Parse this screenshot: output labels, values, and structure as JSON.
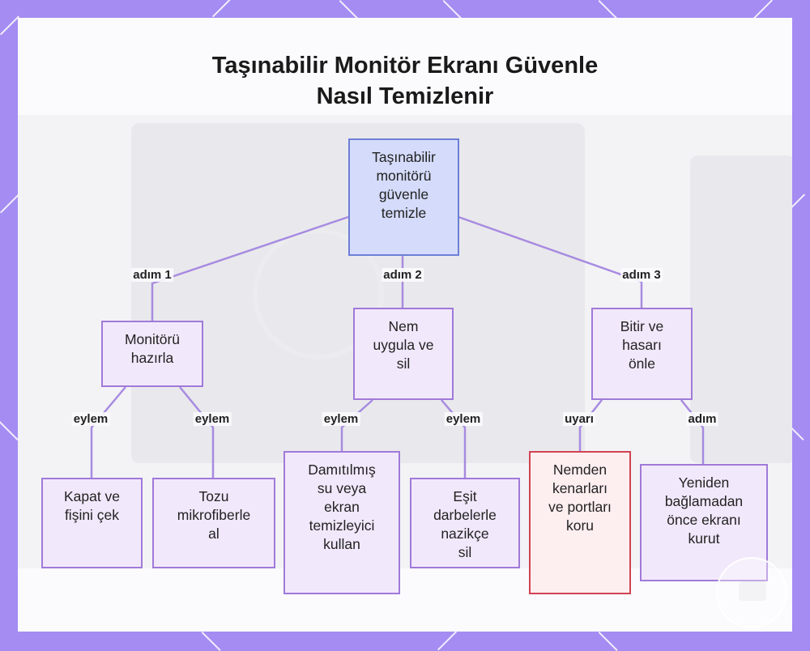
{
  "title": {
    "line1": "Taşınabilir Monitör Ekranı Güvenle",
    "line2": "Nasıl Temizlenir"
  },
  "colors": {
    "background": "#a48cf2",
    "node_fill": "#f2e8fb",
    "node_border": "#a07ad9",
    "root_fill": "#d5dcfb",
    "root_border": "#6c7fd6",
    "warning_fill": "#fdeef0",
    "warning_border": "#d14352",
    "edge": "#a88be0"
  },
  "nodes": {
    "root": "Taşınabilir\nmonitörü\ngüvenle\ntemizle",
    "step1": "Monitörü\nhazırla",
    "step2": "Nem\nuygula ve\nsil",
    "step3": "Bitir ve\nhasarı\nönle",
    "leaf1": "Kapat ve\nfişini çek",
    "leaf2": "Tozu\nmikrofiberle\nal",
    "leaf3": "Damıtılmış\nsu veya\nekran\ntemizleyici\nkullan",
    "leaf4": "Eşit\ndarbelerle\nnazikçe\nsil",
    "leaf5": "Nemden\nkenarları\nve portları\nkoru",
    "leaf6": "Yeniden\nbağlamadan\nönce ekranı\nkurut"
  },
  "edge_labels": {
    "e1": "adım 1",
    "e2": "adım 2",
    "e3": "adım 3",
    "e4": "eylem",
    "e5": "eylem",
    "e6": "eylem",
    "e7": "eylem",
    "e8": "uyarı",
    "e9": "adım"
  }
}
